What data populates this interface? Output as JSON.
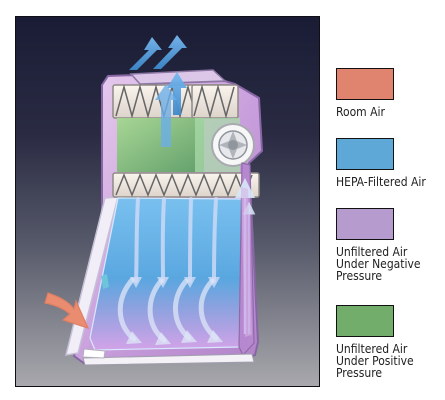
{
  "legend": {
    "items": [
      {
        "label": "Room Air",
        "color": "#e0846f"
      },
      {
        "label": "HEPA-Filtered Air",
        "color": "#5ea8d7"
      },
      {
        "label": "Unfiltered Air\nUnder Negative\nPressure",
        "color": "#b69bcf"
      },
      {
        "label": "Unfiltered Air\nUnder Positive\nPressure",
        "color": "#72ad6b"
      }
    ]
  },
  "colors": {
    "room_air": "#e0846f",
    "hepa_air": "#5ea8d7",
    "negative_air": "#b69bcf",
    "positive_air": "#72ad6b"
  },
  "icons": {
    "blower": "blower-fan-icon",
    "filter": "hepa-filter-icon"
  }
}
